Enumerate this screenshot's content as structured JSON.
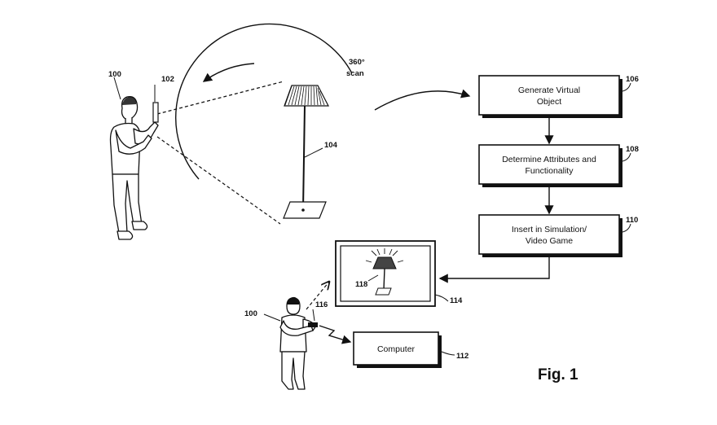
{
  "figure_label": "Fig. 1",
  "scan_label": {
    "line1": "360°",
    "line2": "scan"
  },
  "boxes": {
    "generate": {
      "line1": "Generate Virtual",
      "line2": "Object",
      "ref": "106"
    },
    "determine": {
      "line1": "Determine Attributes and",
      "line2": "Functionality",
      "ref": "108"
    },
    "insert": {
      "line1": "Insert in Simulation/",
      "line2": "Video Game",
      "ref": "110"
    },
    "computer": {
      "line1": "Computer",
      "ref": "112"
    }
  },
  "refs": {
    "user_top": "100",
    "device": "102",
    "lamp": "104",
    "display": "114",
    "virtual_lamp": "118",
    "user_bottom": "100",
    "controller": "116"
  }
}
